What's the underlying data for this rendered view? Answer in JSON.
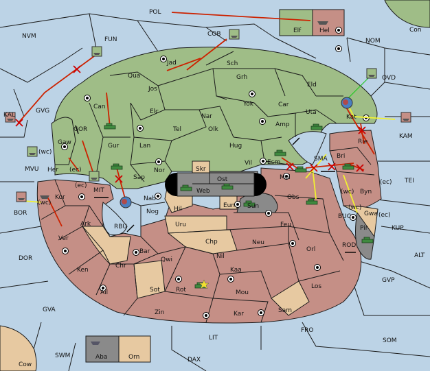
{
  "map": {
    "sea_color": "#bcd3e6",
    "colors": {
      "green_power": "#9fbd87",
      "red_power": "#c58f86",
      "neutral": "#e7c9a1",
      "impassable": "#8a8a8a",
      "black_hole": "#000000",
      "order_move": "#cc2200",
      "order_support": "#f2f230",
      "order_convoy": "#28c828"
    },
    "sea_labels": {
      "pol": "POL",
      "nvm": "NVM",
      "fun": "FUN",
      "cob": "COB",
      "nom": "NOM",
      "con": "Con",
      "ovd": "OVD",
      "kal": "KAL",
      "kam": "KAM",
      "gor": "GOR",
      "mvu": "MVU",
      "mvu_wc": "(wc)",
      "bor": "BOR",
      "mit": "MIT",
      "rbu": "RBU",
      "tei": "TEI",
      "sma": "SMA",
      "buc": "BUC",
      "kup": "KUP",
      "rod": "ROD",
      "alt": "ALT",
      "dor": "DOR",
      "gvp": "GVP",
      "gva": "GVA",
      "fro": "FRO",
      "som": "SOM",
      "lit": "LIT",
      "swm": "SWM",
      "dax": "DAX",
      "cow": "Cow",
      "gvg": "GVG"
    },
    "green_labels": {
      "jad": "Jad",
      "sch": "Sch",
      "qua": "Qua",
      "jos": "Jos",
      "grh": "Grh",
      "eld": "Eld",
      "can": "Can",
      "elc": "Elc",
      "nar": "Nar",
      "yok": "Yok",
      "car": "Car",
      "uta": "Uta",
      "kat": "Kat",
      "gur": "Gur",
      "tel": "Tel",
      "olk": "Olk",
      "amp": "Amp",
      "lan": "Lan",
      "hug": "Hug",
      "gaw": "Gaw",
      "her": "Her",
      "her_ec": "(ec)",
      "nor": "Nor",
      "sap": "Sap",
      "vil": "Vil",
      "esm": "Esm",
      "mel": "Mel",
      "elf": "Elf",
      "gaw_wc": "(wc)"
    },
    "red_labels": {
      "hel": "Hel",
      "bri": "Bri",
      "rie": "Rie",
      "byn": "Byn",
      "byn_ec": "(ec)",
      "byn_wc": "(wc)",
      "kor": "Kor",
      "kor_ec": "(ec)",
      "kor_wc": "(wc)",
      "nab": "Nab",
      "nog": "Nog",
      "obs": "Obs",
      "ark": "Ark",
      "feu": "Feu",
      "ver": "Ver",
      "neu": "Neu",
      "orl": "Orl",
      "bar": "Bar",
      "qwi": "Qwi",
      "nil": "Nil",
      "ken": "Ken",
      "kaa": "Kaa",
      "chr": "Chr",
      "rot": "Rot",
      "ail": "Ail",
      "mou": "Mou",
      "los": "Los",
      "zin": "Zin",
      "kar": "Kar",
      "gwa_wc": "(wc)"
    },
    "neutral_labels": {
      "skr": "Skr",
      "web": "Web",
      "eun": "Eun",
      "hil": "Hil",
      "uru": "Uru",
      "chp": "Chp",
      "sot": "Sot",
      "sam": "Sam",
      "gwa": "Gwa",
      "gwa_ec": "(ec)",
      "orn": "Orn"
    },
    "impassable_labels": {
      "ost": "Ost",
      "sun": "Sun",
      "pir": "Pir",
      "aba": "Aba"
    }
  }
}
